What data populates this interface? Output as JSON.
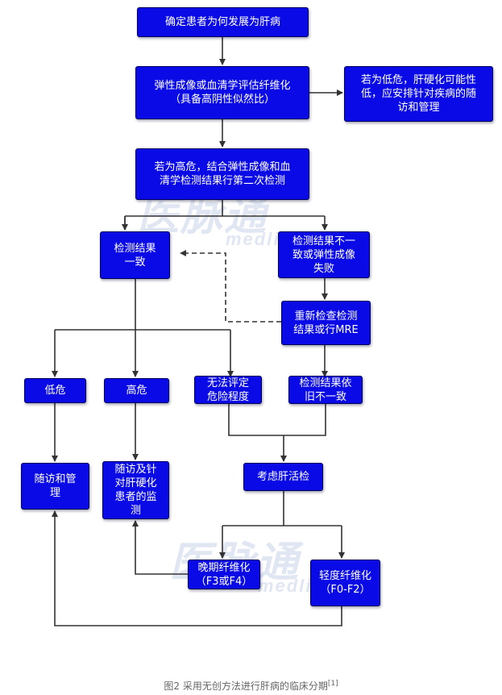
{
  "watermarks": [
    {
      "big": "医脉通",
      "small": "medlive"
    },
    {
      "big": "医脉通",
      "small": "medlive"
    }
  ],
  "nodes": {
    "confirm": [
      "确定患者为何发展为肝病"
    ],
    "elastography": [
      "弹性成像或血清学评估纤维化",
      "（具备高阴性似然比）"
    ],
    "low_cirrhosis": [
      "若为低危，肝硬化可能性",
      "低，应安排针对疾病的随",
      "访和管理"
    ],
    "high_second": [
      "若为高危，结合弹性成像和血",
      "清学检测结果行第二次检测"
    ],
    "consistent": [
      "检测结果",
      "一致"
    ],
    "inconsistent": [
      "检测结果不一",
      "致或弹性成像",
      "失败"
    ],
    "recheck": [
      "重新检查检测",
      "结果或行MRE"
    ],
    "low": [
      "低危"
    ],
    "high": [
      "高危"
    ],
    "cannot": [
      "无法评定",
      "危险程度"
    ],
    "still": [
      "检测结果依",
      "旧不一致"
    ],
    "followup": [
      "随访和管",
      "理"
    ],
    "monitor": [
      "随访及针",
      "对肝硬化",
      "患者的监",
      "测"
    ],
    "biopsy": [
      "考虑肝活检"
    ],
    "late": [
      "晚期纤维化",
      "（F3或F4）"
    ],
    "mild": [
      "轻度纤维化",
      "（F0-F2）"
    ]
  },
  "caption": {
    "text": "图2 采用无创方法进行肝病的临床分期",
    "ref": "[1]"
  },
  "colors": {
    "box": "#0a0ae6",
    "border": "#00005a",
    "line": "#333333",
    "text": "#ffffff"
  }
}
